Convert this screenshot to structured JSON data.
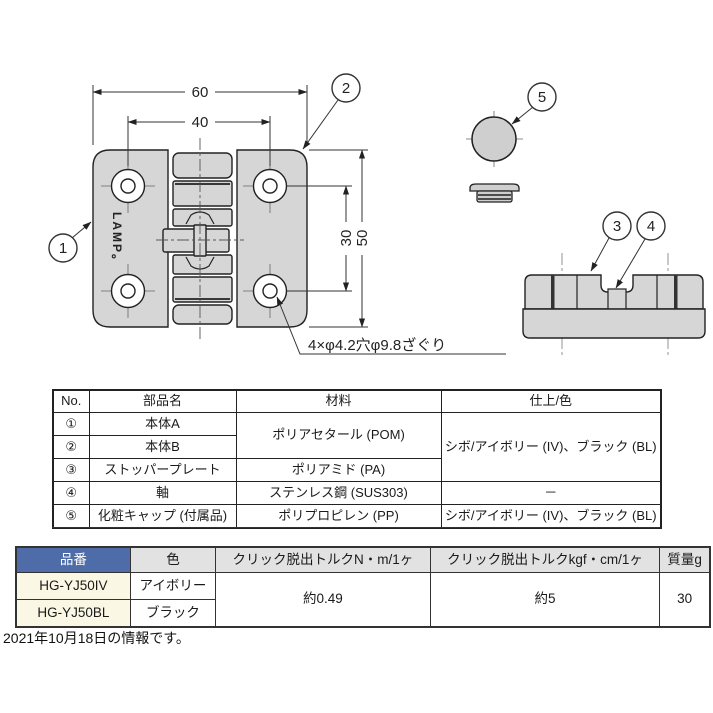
{
  "drawing": {
    "brand": "LAMP。",
    "dims": {
      "width": "60",
      "hole_pitch_h": "40",
      "hole_pitch_v": "30",
      "height": "50"
    },
    "hole_note": "4×φ4.2穴φ9.8ざぐり",
    "callouts": {
      "c1": "1",
      "c2": "2",
      "c3": "3",
      "c4": "4",
      "c5": "5"
    }
  },
  "colors": {
    "part_fill": "#d6d6d6",
    "outline": "#222222",
    "header_blue": "#4e6ca8",
    "header_gray": "#e2e2e2",
    "code_cell_bg": "#faf8e4"
  },
  "parts_table": {
    "headers": [
      "No.",
      "部品名",
      "材料",
      "仕上/色"
    ],
    "rows": [
      {
        "no": "①",
        "name": "本体A"
      },
      {
        "no": "②",
        "name": "本体B"
      },
      {
        "no": "③",
        "name": "ストッパープレート"
      },
      {
        "no": "④",
        "name": "軸"
      },
      {
        "no": "⑤",
        "name": "化粧キャップ (付属品)"
      }
    ],
    "materials": {
      "pom": "ポリアセタール (POM)",
      "pa": "ポリアミド (PA)",
      "sus": "ステンレス鋼 (SUS303)",
      "pp": "ポリプロピレン (PP)"
    },
    "finishes": {
      "main": "シボ/アイボリー (IV)、ブラック (BL)",
      "axis": "－",
      "cap": "シボ/アイボリー (IV)、ブラック (BL)"
    }
  },
  "product_table": {
    "headers": [
      "品番",
      "色",
      "クリック脱出トルクN・m/1ヶ",
      "クリック脱出トルクkgf・cm/1ヶ",
      "質量g"
    ],
    "rows": [
      {
        "code": "HG-YJ50IV",
        "color": "アイボリー"
      },
      {
        "code": "HG-YJ50BL",
        "color": "ブラック"
      }
    ],
    "torque_nm": "約0.49",
    "torque_kgfcm": "約5",
    "mass_g": "30"
  },
  "footer": {
    "note": "2021年10月18日の情報です。"
  }
}
